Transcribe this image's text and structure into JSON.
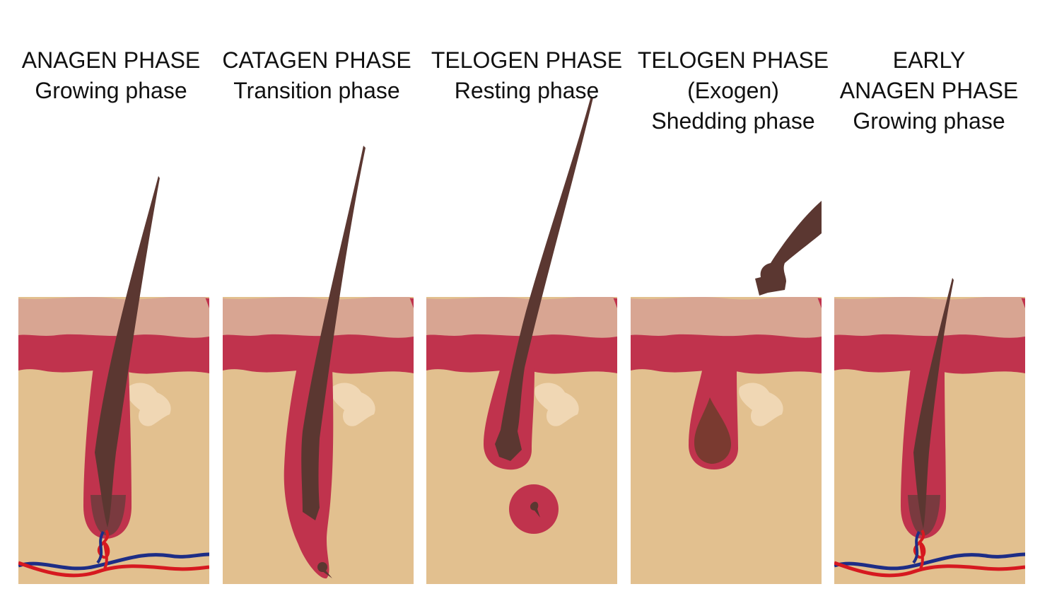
{
  "colors": {
    "epidermis": "#d8a592",
    "dermis_band": "#c0334d",
    "tissue": "#e2c08f",
    "follicle": "#c0334d",
    "hair": "#5b3731",
    "sebaceous": "#f0d7b4",
    "vein": "#1d2d86",
    "artery": "#d61920",
    "text": "#111111"
  },
  "phases": [
    {
      "lines": [
        "ANAGEN PHASE",
        "Growing phase"
      ]
    },
    {
      "lines": [
        "CATAGEN PHASE",
        "Transition phase"
      ]
    },
    {
      "lines": [
        "TELOGEN PHASE",
        "Resting phase"
      ]
    },
    {
      "lines": [
        "TELOGEN PHASE",
        "(Exogen)",
        "Shedding phase"
      ]
    },
    {
      "lines": [
        "EARLY",
        "ANAGEN PHASE",
        "Growing phase"
      ]
    }
  ]
}
